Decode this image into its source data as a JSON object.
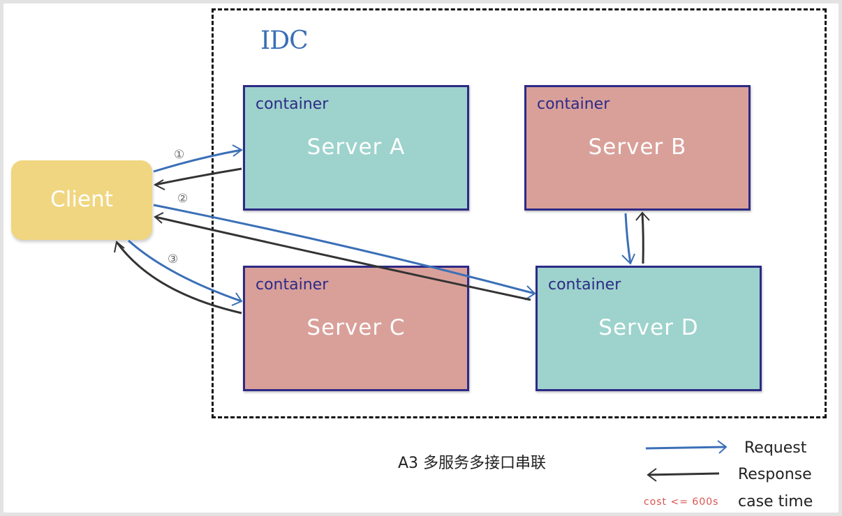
{
  "diagram": {
    "region_label": "IDC",
    "client": {
      "label": "Client"
    },
    "servers": [
      {
        "id": "A",
        "container_label": "container",
        "label": "Server A",
        "color": "#9dd3cc"
      },
      {
        "id": "B",
        "container_label": "container",
        "label": "Server B",
        "color": "#d9a09a"
      },
      {
        "id": "C",
        "container_label": "container",
        "label": "Server C",
        "color": "#d9a09a"
      },
      {
        "id": "D",
        "container_label": "container",
        "label": "Server D",
        "color": "#9dd3cc"
      }
    ],
    "steps": [
      {
        "label": "①",
        "from": "Client",
        "to": "Server A"
      },
      {
        "label": "②",
        "from": "Client",
        "to": "Server D"
      },
      {
        "label": "③",
        "from": "Client",
        "to": "Server C"
      }
    ],
    "internal_calls": [
      {
        "from": "Server D",
        "to": "Server B"
      }
    ],
    "caption": "A3 多服务多接口串联",
    "legend": {
      "request_label": "Request",
      "response_label": "Response",
      "request_color": "#3a6fb7",
      "response_color": "#333333",
      "cost_text": "cost <= 600s",
      "cost_label": "case time",
      "cost_color": "#d9534f"
    }
  }
}
